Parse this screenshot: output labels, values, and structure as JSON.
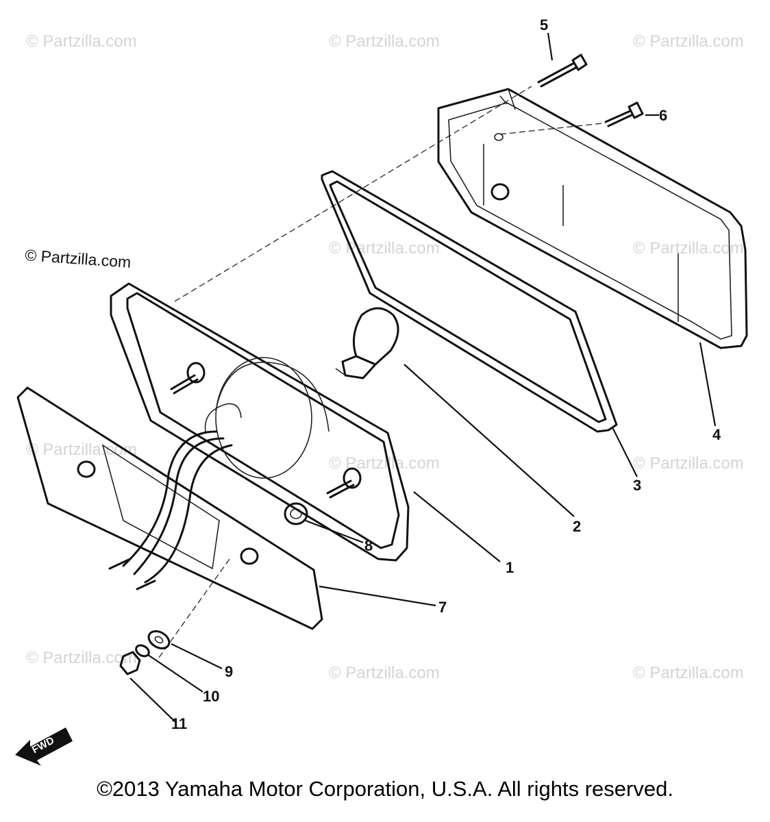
{
  "watermark": "© Partzilla.com",
  "watermark_main": "© Partzilla.com",
  "fwd_label": "FWD",
  "copyright": "©2013 Yamaha Motor Corporation, U.S.A. All rights reserved.",
  "parts": [
    {
      "label": "1"
    },
    {
      "label": "2"
    },
    {
      "label": "3"
    },
    {
      "label": "4"
    },
    {
      "label": "5"
    },
    {
      "label": "6"
    },
    {
      "label": "7"
    },
    {
      "label": "8"
    },
    {
      "label": "9"
    },
    {
      "label": "10"
    },
    {
      "label": "11"
    }
  ]
}
